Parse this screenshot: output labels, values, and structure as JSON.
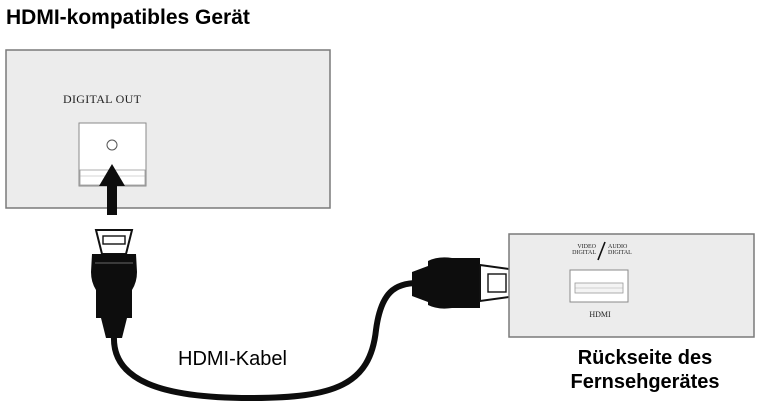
{
  "source_device": {
    "title": "HDMI-kompatibles Gerät",
    "port_label": "DIGITAL OUT"
  },
  "cable": {
    "label": "HDMI-Kabel"
  },
  "tv": {
    "title_line1": "Rückseite des",
    "title_line2": "Fernsehgerätes",
    "video_label_line1": "VIDEO",
    "video_label_line2": "DIGITAL",
    "audio_label_line1": "AUDIO",
    "audio_label_line2": "DIGITAL",
    "port_label": "HDMI"
  },
  "colors": {
    "panel_fill": "#ececec",
    "panel_stroke": "#7a7a7a",
    "cable": "#0d0d0d",
    "plug_metal": "#ffffff"
  }
}
